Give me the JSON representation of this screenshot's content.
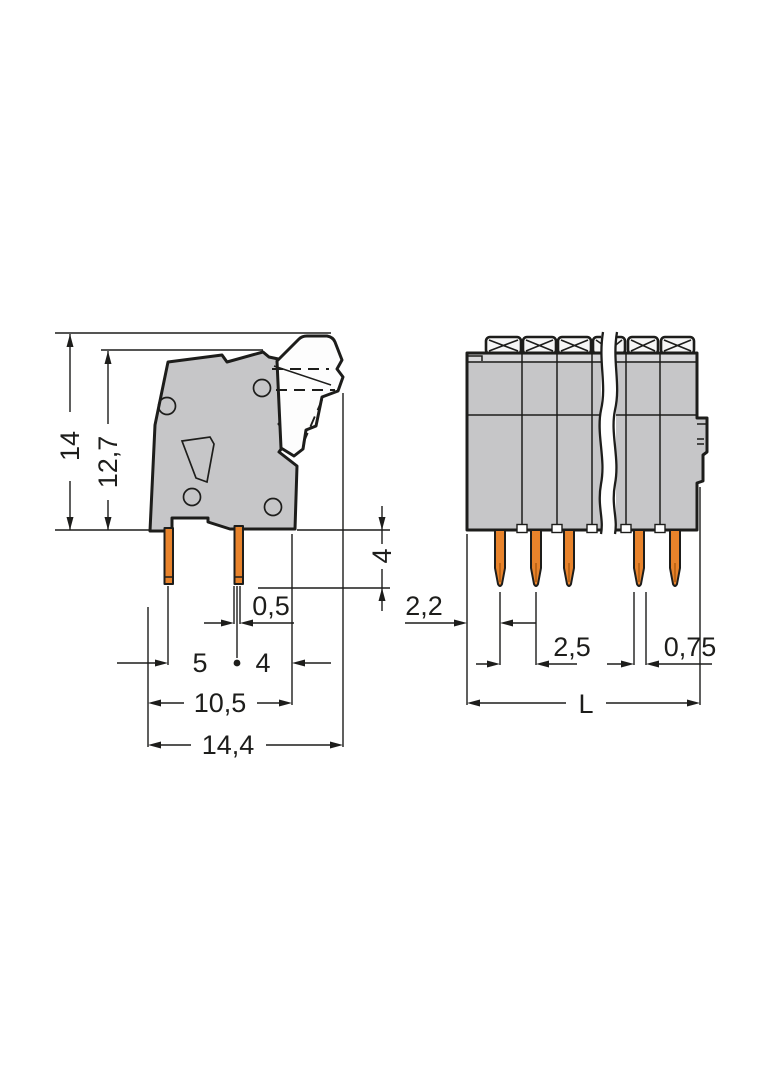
{
  "drawing": {
    "kind": "pcb-terminal-block-dimension-drawing",
    "side_view": {
      "height_total": "14",
      "height_clamp": "12,7",
      "pin_length": "4",
      "pin_thickness": "0,5",
      "pin_spacing": "5",
      "pin_offset": "4",
      "width_pins": "10,5",
      "width_total": "14,4"
    },
    "front_view": {
      "offset_first_pole": "2,2",
      "pole_pitch": "2,5",
      "pin_width": "0,75",
      "total_length": "L"
    },
    "colors": {
      "body": "#c6c6c8",
      "band": "#d9d9db",
      "pin": "#e8832b",
      "line": "#1d1d1b",
      "lever": "#f6f6f6"
    }
  }
}
